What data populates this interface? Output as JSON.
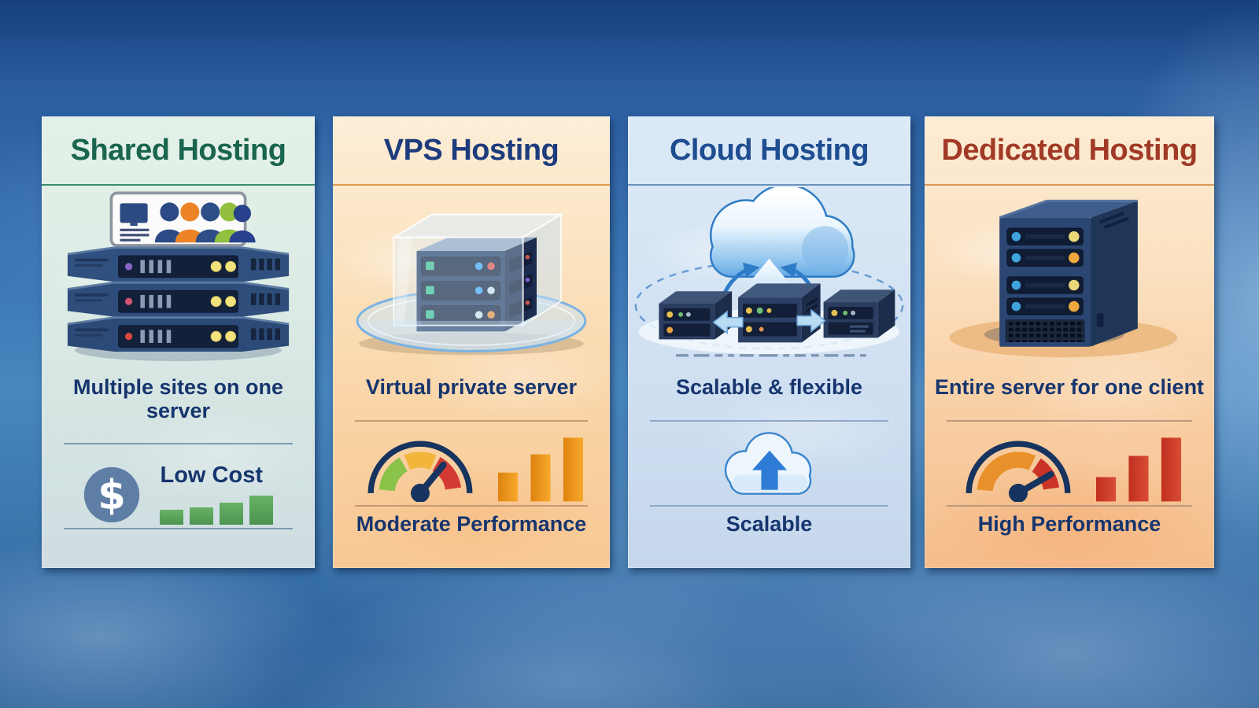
{
  "poster": {
    "theme": "web hosting types comparison",
    "background_color": "#3a74b2"
  },
  "cards": [
    {
      "id": "shared",
      "title": "Shared Hosting",
      "title_color": "#19654e",
      "feature": "Multiple sites on one server",
      "badge": "Low Cost",
      "bottom_label": "",
      "illustration": "multi-tenant-server-stack-with-user-icons",
      "metric_icons": [
        "dollar-circle",
        "green-rising-bars"
      ],
      "bar_heights": [
        19,
        22,
        28,
        37
      ],
      "bar_color": "#58a356"
    },
    {
      "id": "vps",
      "title": "VPS Hosting",
      "title_color": "#1d3c7e",
      "feature": "Virtual private server",
      "bottom_label": "Moderate Performance",
      "illustration": "server-inside-glass-virtualization-cube",
      "metric_icons": [
        "speed-gauge-moderate",
        "orange-rising-bars"
      ],
      "bar_heights": [
        38,
        62,
        84
      ],
      "bar_color": "#ef9c1d"
    },
    {
      "id": "cloud",
      "title": "Cloud Hosting",
      "title_color": "#1e4d90",
      "feature": "Scalable & flexible",
      "bottom_label": "Scalable",
      "illustration": "cloud-with-three-connected-servers",
      "metric_icons": [
        "cloud-up-arrow"
      ],
      "bar_heights": [],
      "bar_color": ""
    },
    {
      "id": "dedicated",
      "title": "Dedicated Hosting",
      "title_color": "#a03a26",
      "feature": "Entire server for one client",
      "bottom_label": "High Performance",
      "illustration": "dedicated-tower-server",
      "metric_icons": [
        "speed-gauge-high",
        "red-rising-bars"
      ],
      "bar_heights": [
        32,
        60,
        84
      ],
      "bar_color": "#cc3327"
    }
  ],
  "colors": {
    "gauge_green": "#8bc34a",
    "gauge_yellow": "#f2b63c",
    "gauge_orange": "#e8912b",
    "gauge_red": "#d23b33",
    "gauge_navy": "#16345f",
    "text_navy": "#16356e",
    "cloud_blue": "#2f7cc4",
    "server_navy": "#2b4672"
  }
}
